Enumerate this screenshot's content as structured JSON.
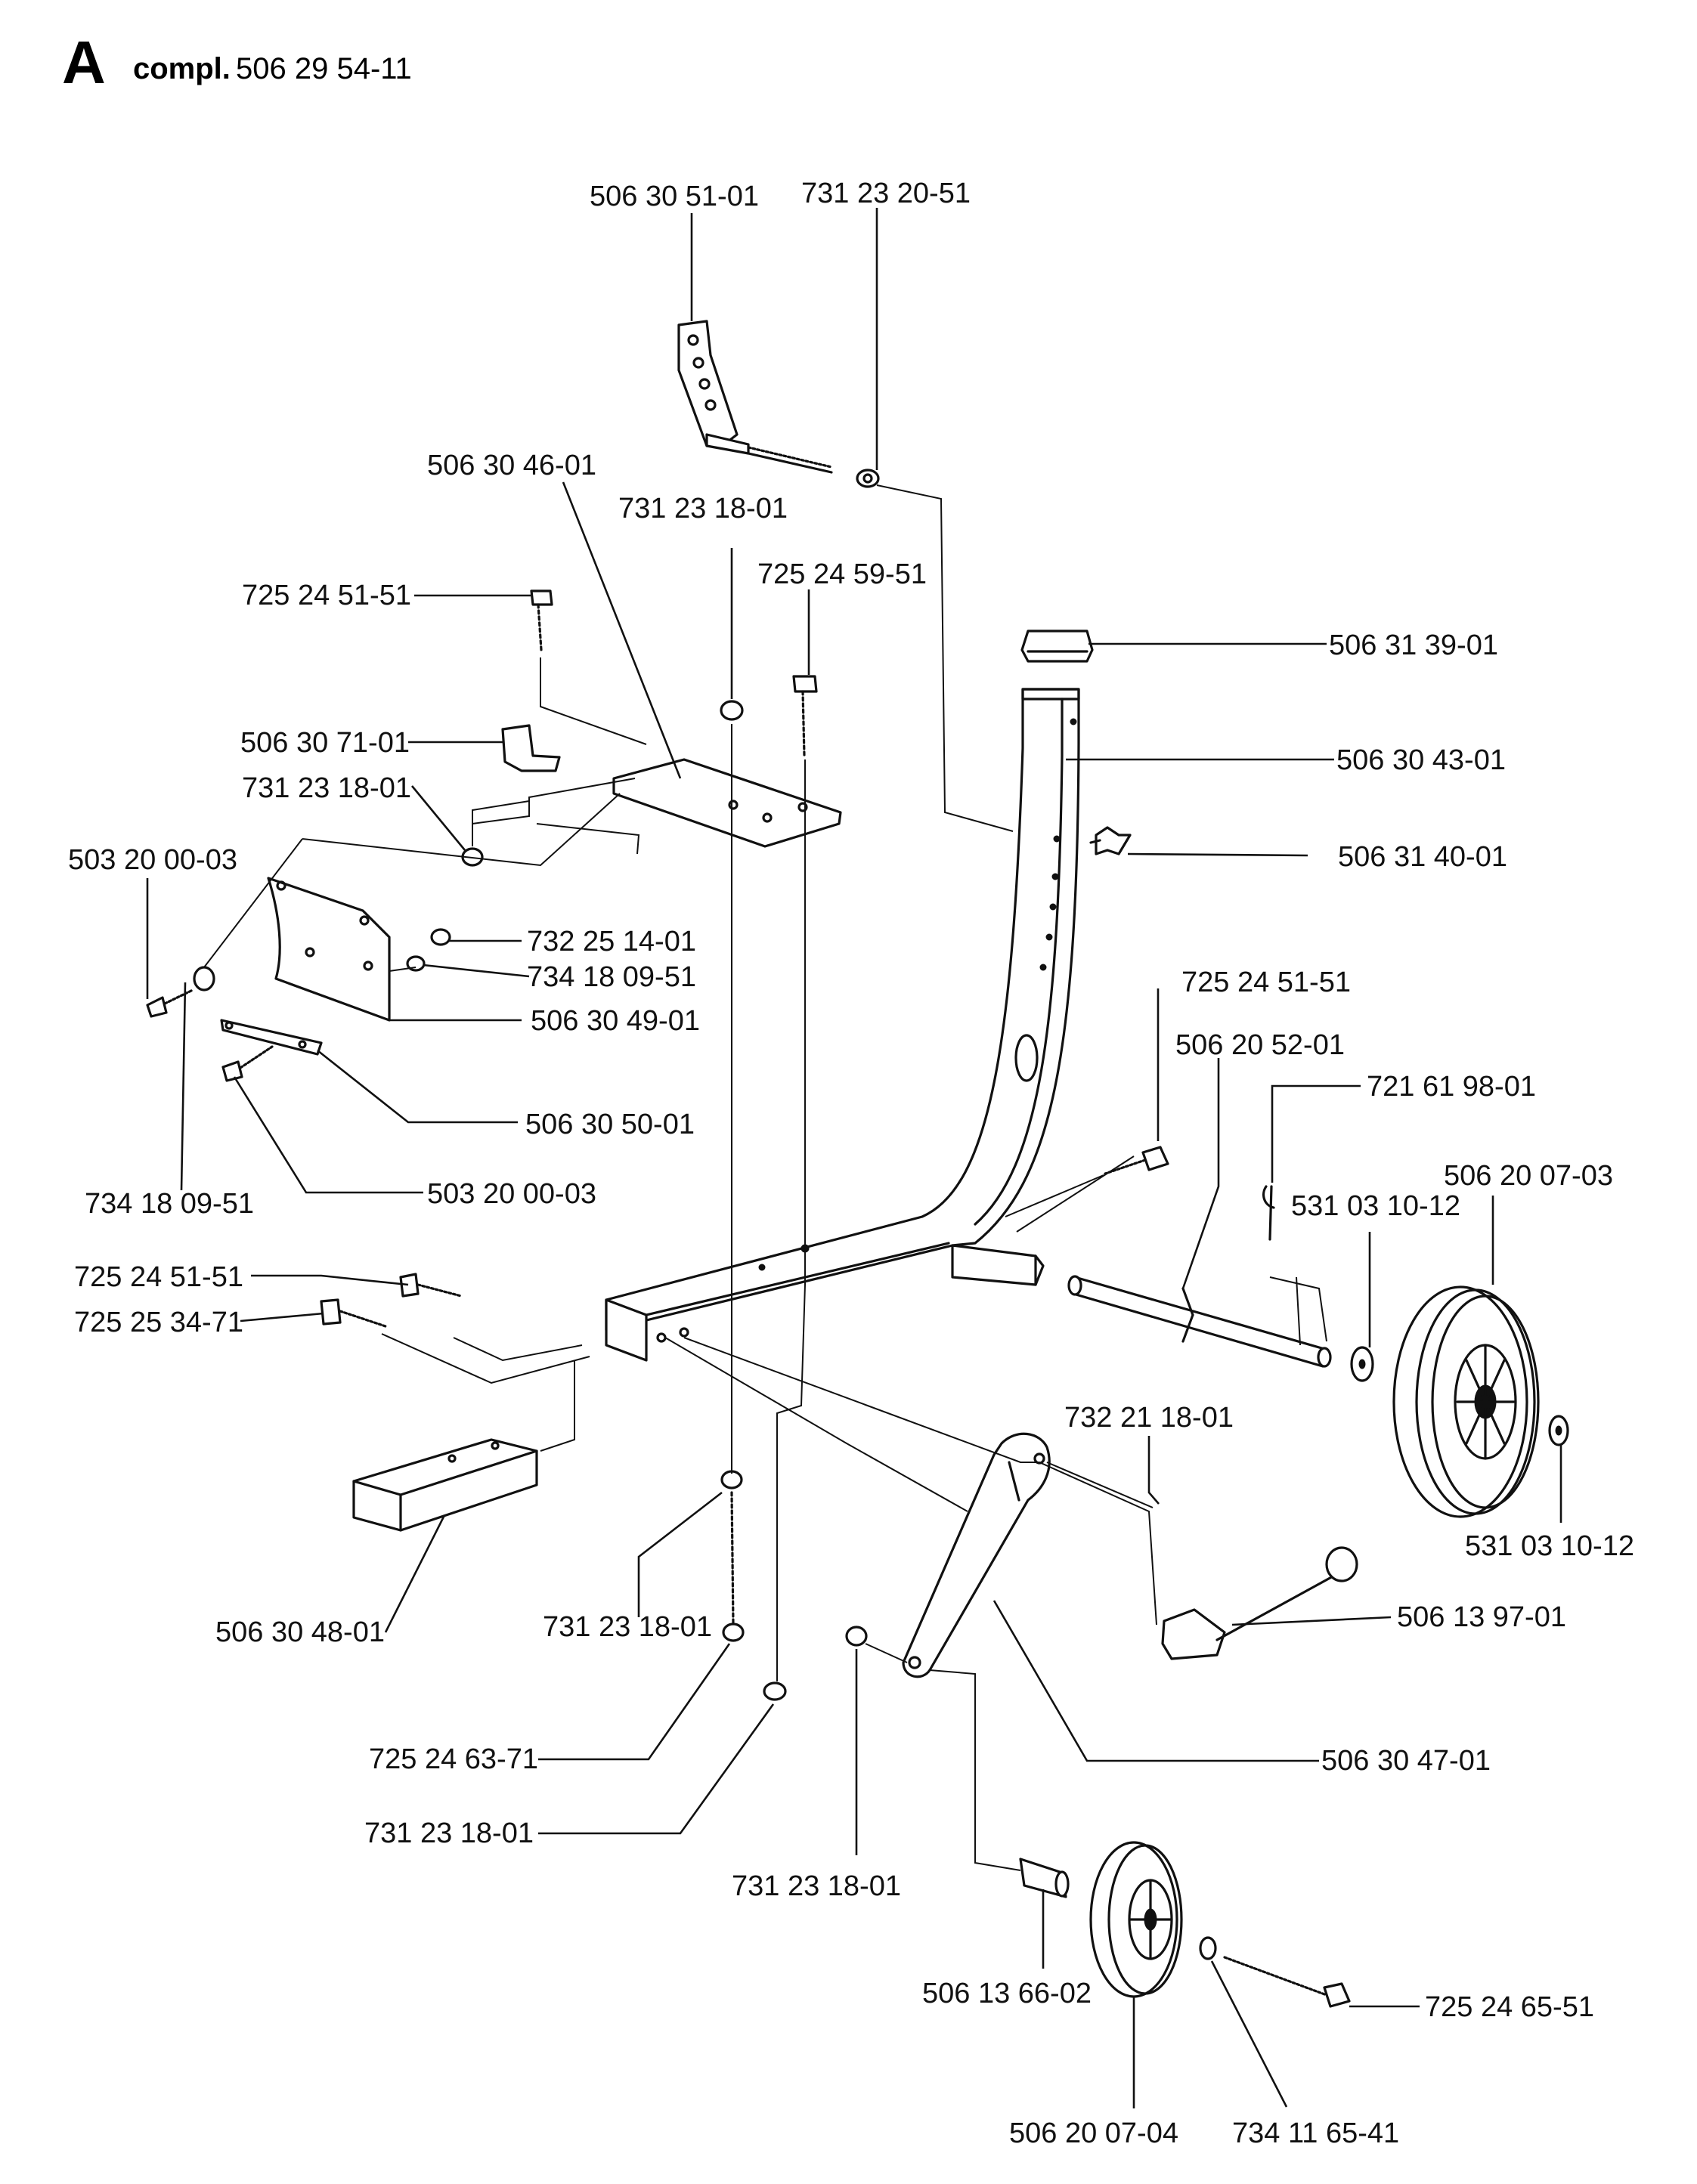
{
  "header": {
    "section_letter": "A",
    "compl_label": "compl.",
    "assembly_number": "506 29 54-11"
  },
  "callouts": [
    {
      "id": "c1",
      "text": "506 30 51-01"
    },
    {
      "id": "c2",
      "text": "731 23 20-51"
    },
    {
      "id": "c3",
      "text": "506 30 46-01"
    },
    {
      "id": "c4",
      "text": "731 23 18-01"
    },
    {
      "id": "c5",
      "text": "725 24 59-51"
    },
    {
      "id": "c6",
      "text": "725 24 51-51"
    },
    {
      "id": "c7",
      "text": "506 31 39-01"
    },
    {
      "id": "c8",
      "text": "506 30 71-01"
    },
    {
      "id": "c9",
      "text": "506 30 43-01"
    },
    {
      "id": "c10",
      "text": "731 23 18-01"
    },
    {
      "id": "c11",
      "text": "503 20 00-03"
    },
    {
      "id": "c12",
      "text": "506 31 40-01"
    },
    {
      "id": "c13",
      "text": "732 25 14-01"
    },
    {
      "id": "c14",
      "text": "734 18 09-51"
    },
    {
      "id": "c15",
      "text": "506 30 49-01"
    },
    {
      "id": "c16",
      "text": "725 24 51-51"
    },
    {
      "id": "c17",
      "text": "506 20 52-01"
    },
    {
      "id": "c18",
      "text": "506 30 50-01"
    },
    {
      "id": "c19",
      "text": "721 61 98-01"
    },
    {
      "id": "c20",
      "text": "734 18 09-51"
    },
    {
      "id": "c21",
      "text": "503 20 00-03"
    },
    {
      "id": "c22",
      "text": "531 03 10-12"
    },
    {
      "id": "c23",
      "text": "506 20 07-03"
    },
    {
      "id": "c24",
      "text": "725 24 51-51"
    },
    {
      "id": "c25",
      "text": "725 25 34-71"
    },
    {
      "id": "c26",
      "text": "732 21 18-01"
    },
    {
      "id": "c27",
      "text": "531 03 10-12"
    },
    {
      "id": "c28",
      "text": "506 13 97-01"
    },
    {
      "id": "c29",
      "text": "506 30 48-01"
    },
    {
      "id": "c30",
      "text": "731 23 18-01"
    },
    {
      "id": "c31",
      "text": "506 30 47-01"
    },
    {
      "id": "c32",
      "text": "725 24 63-71"
    },
    {
      "id": "c33",
      "text": "731 23 18-01"
    },
    {
      "id": "c34",
      "text": "731 23 18-01"
    },
    {
      "id": "c35",
      "text": "506 13 66-02"
    },
    {
      "id": "c36",
      "text": "725 24 65-51"
    },
    {
      "id": "c37",
      "text": "506 20 07-04"
    },
    {
      "id": "c38",
      "text": "734 11 65-41"
    }
  ]
}
